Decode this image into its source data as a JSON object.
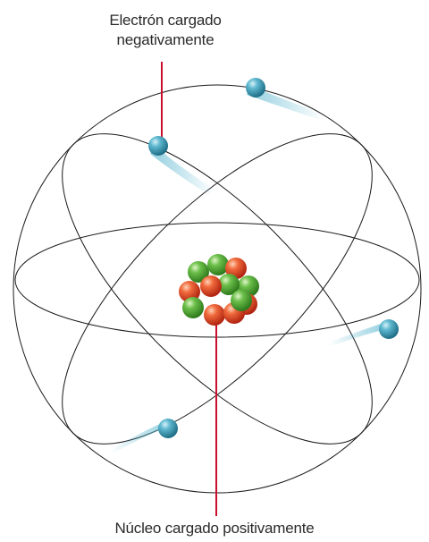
{
  "labels": {
    "electron_line1": "Electrón cargado",
    "electron_line2": "negativamente",
    "nucleus": "Núcleo cargado positivamente"
  },
  "colors": {
    "orbit": "#1a1a1a",
    "leader_line": "#c8102e",
    "electron": "#3a9cb8",
    "proton": "#e84a2a",
    "neutron": "#5cb040"
  },
  "icons": {
    "electron": "blue-sphere",
    "proton": "red-sphere",
    "neutron": "green-sphere"
  }
}
